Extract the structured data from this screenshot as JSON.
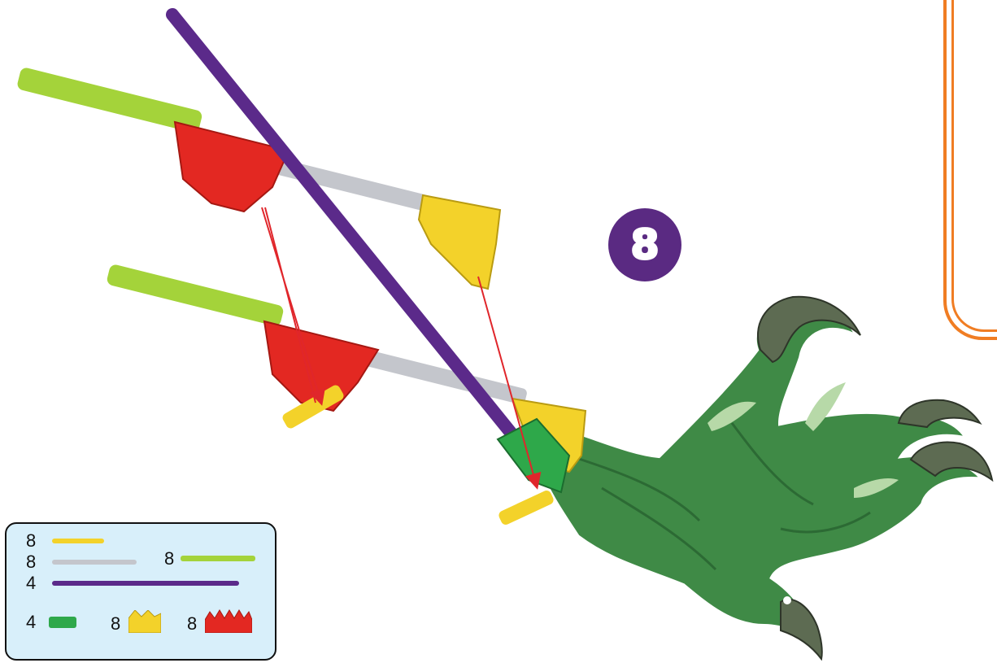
{
  "step": {
    "number": "8"
  },
  "colors": {
    "purple_rod": "#5b2a8a",
    "green_rod": "#a4d33a",
    "gray_rod": "#c4c6cc",
    "yellow_connector": "#f3d22a",
    "red_connector": "#e32822",
    "green_clip": "#2ea84a",
    "dino_green": "#3f8a46",
    "claw": "#5d6b52",
    "arrow": "#e0262b",
    "accent_orange": "#f07d23",
    "legend_bg": "#d8effa"
  },
  "parts_legend": [
    {
      "quantity": "8",
      "part": "yellow-rod-icon"
    },
    {
      "quantity": "8",
      "part": "gray-rod-icon"
    },
    {
      "quantity": "4",
      "part": "purple-rod-icon"
    },
    {
      "quantity": "8",
      "part": "green-rod-icon"
    },
    {
      "quantity": "4",
      "part": "green-clip-icon"
    },
    {
      "quantity": "8",
      "part": "yellow-connector-icon"
    },
    {
      "quantity": "8",
      "part": "red-connector-icon"
    }
  ]
}
